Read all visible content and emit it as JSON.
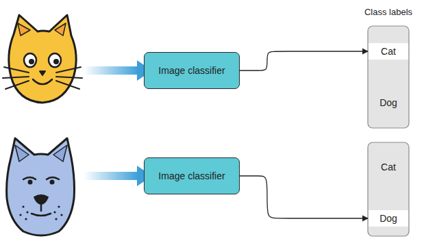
{
  "diagram": {
    "nodes": [
      {
        "text": [
          "Image classifier"
        ]
      },
      {
        "text": [
          "Cat"
        ]
      },
      {
        "text": [
          "Dog"
        ]
      },
      {
        "text": [
          "Image classifier"
        ]
      },
      {
        "text": [
          "Cat"
        ]
      },
      {
        "text": [
          "Dog"
        ]
      }
    ],
    "edges": [
      {
        "from": 0,
        "to": 1,
        "arrow": "to"
      },
      {
        "from": 3,
        "to": 5,
        "arrow": "to"
      }
    ],
    "labels": [
      "Class labels"
    ]
  }
}
